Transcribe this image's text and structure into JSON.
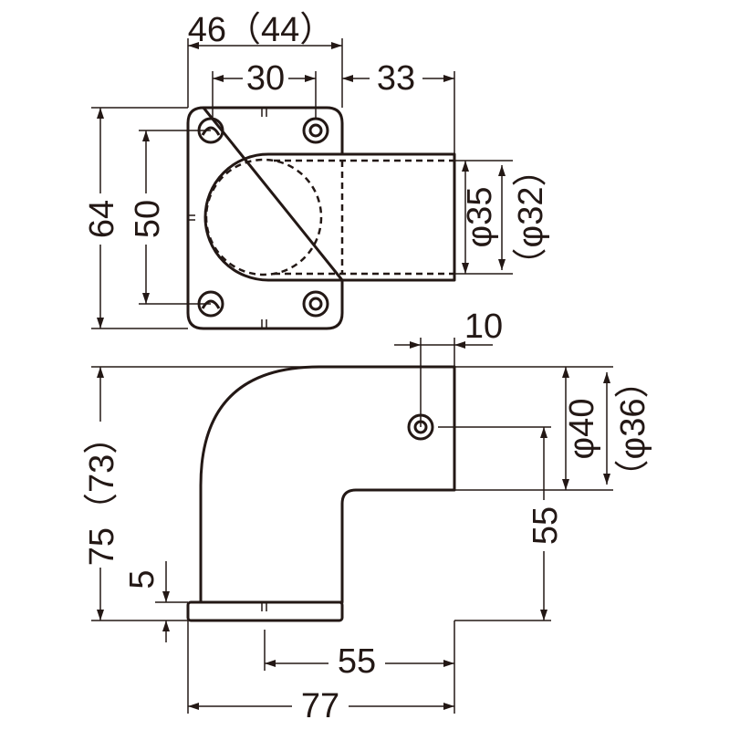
{
  "dimensions": {
    "top_width": "46（44）",
    "hole_pitch_x": "30",
    "arm_length": "33",
    "height": "64",
    "hole_pitch_y": "50",
    "outer_dia": "φ35",
    "inner_dia": "（φ32）",
    "screw_offset": "10",
    "side_height": "75（73）",
    "pipe_dia": "φ40",
    "pipe_inner": "（φ36）",
    "center_height": "55",
    "base_thickness": "5",
    "center_offset": "55",
    "base_length": "77"
  }
}
